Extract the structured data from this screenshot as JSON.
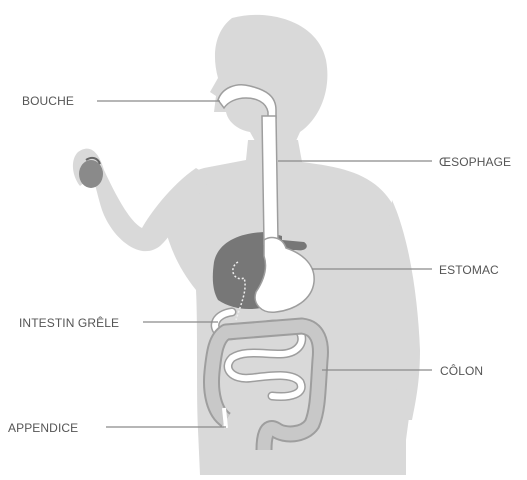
{
  "labels": {
    "mouth": "BOUCHE",
    "esophagus": "ŒSOPHAGE",
    "stomach": "ESTOMAC",
    "small_intestine": "INTESTIN GRÊLE",
    "colon": "CÔLON",
    "appendix": "APPENDICE"
  },
  "colors": {
    "body": "#d9d9d9",
    "organ_outline": "#9e9e9e",
    "organ_fill": "#ffffff",
    "liver": "#777777",
    "leader_line": "#8a8a8a",
    "label_text": "#555555"
  }
}
